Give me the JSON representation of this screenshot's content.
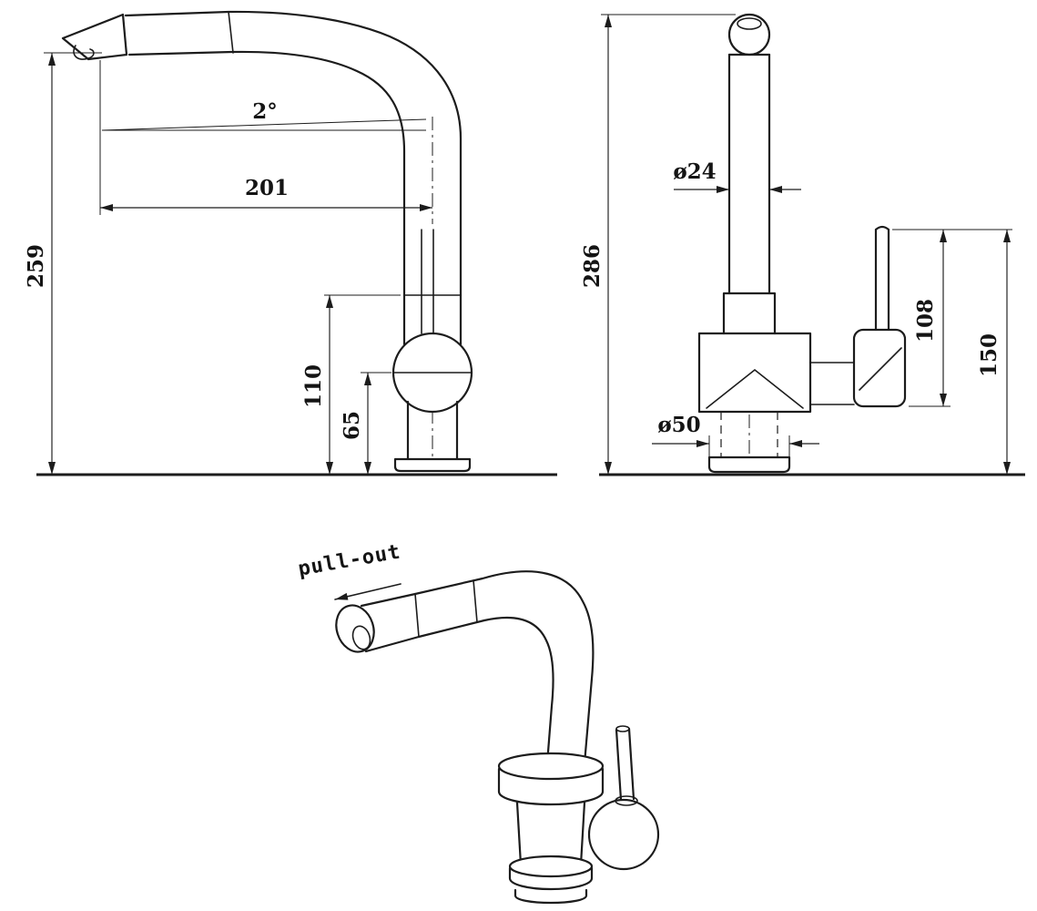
{
  "side_view": {
    "angle": "2°",
    "reach": "201",
    "total_height": "259",
    "body_height": "110",
    "spout_center_height": "65"
  },
  "front_view": {
    "top_diameter": "ø24",
    "total_height": "286",
    "handle_body_span": "108",
    "handle_total_span": "150",
    "base_diameter": "ø50"
  },
  "perspective_view": {
    "label": "pull-out"
  },
  "style": {
    "line_color": "#1c1c1c",
    "background_color": "#ffffff"
  }
}
